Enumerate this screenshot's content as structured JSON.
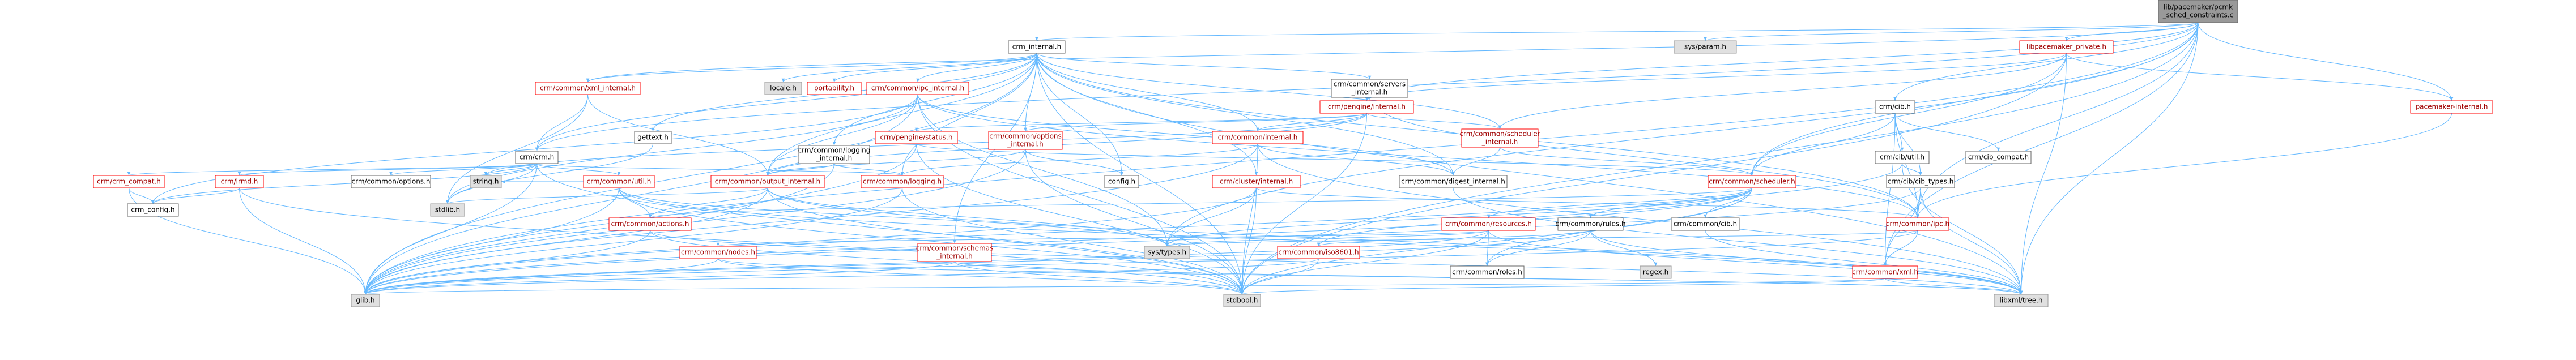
{
  "root": {
    "lines": [
      "lib/pacemaker/pcmk",
      "_sched_constraints.c"
    ]
  },
  "nodes": [
    {
      "id": "crm_internal",
      "lines": [
        "crm_internal.h"
      ],
      "style": "link"
    },
    {
      "id": "sys_param",
      "lines": [
        "sys/param.h"
      ],
      "style": "sys"
    },
    {
      "id": "libpacemaker_private",
      "lines": [
        "libpacemaker_private.h"
      ],
      "style": "red"
    },
    {
      "id": "locale",
      "lines": [
        "locale.h"
      ],
      "style": "sys"
    },
    {
      "id": "portability",
      "lines": [
        "portability.h"
      ],
      "style": "red"
    },
    {
      "id": "ipc_internal",
      "lines": [
        "crm/common/ipc_internal.h"
      ],
      "style": "red"
    },
    {
      "id": "xml_internal",
      "lines": [
        "crm/common/xml_internal.h"
      ],
      "style": "red"
    },
    {
      "id": "servers_internal",
      "lines": [
        "crm/common/servers",
        "_internal.h"
      ],
      "style": "link"
    },
    {
      "id": "pengine_internal",
      "lines": [
        "crm/pengine/internal.h"
      ],
      "style": "red"
    },
    {
      "id": "cib",
      "lines": [
        "crm/cib.h"
      ],
      "style": "link"
    },
    {
      "id": "pacemaker_internal",
      "lines": [
        "pacemaker-internal.h"
      ],
      "style": "red"
    },
    {
      "id": "gettext",
      "lines": [
        "gettext.h"
      ],
      "style": "link"
    },
    {
      "id": "crm",
      "lines": [
        "crm/crm.h"
      ],
      "style": "link"
    },
    {
      "id": "logging_internal",
      "lines": [
        "crm/common/logging",
        "_internal.h"
      ],
      "style": "link"
    },
    {
      "id": "pengine_status",
      "lines": [
        "crm/pengine/status.h"
      ],
      "style": "red"
    },
    {
      "id": "options_internal",
      "lines": [
        "crm/common/options",
        "_internal.h"
      ],
      "style": "red"
    },
    {
      "id": "common_internal",
      "lines": [
        "crm/common/internal.h"
      ],
      "style": "red"
    },
    {
      "id": "scheduler_internal",
      "lines": [
        "crm/common/scheduler",
        "_internal.h"
      ],
      "style": "red"
    },
    {
      "id": "cib_util",
      "lines": [
        "crm/cib/util.h"
      ],
      "style": "link"
    },
    {
      "id": "cib_compat",
      "lines": [
        "crm/cib_compat.h"
      ],
      "style": "link"
    },
    {
      "id": "crm_compat",
      "lines": [
        "crm/crm_compat.h"
      ],
      "style": "red"
    },
    {
      "id": "lrmd",
      "lines": [
        "crm/lrmd.h"
      ],
      "style": "red"
    },
    {
      "id": "common_options",
      "lines": [
        "crm/common/options.h"
      ],
      "style": "link"
    },
    {
      "id": "string",
      "lines": [
        "string.h"
      ],
      "style": "sys"
    },
    {
      "id": "common_util",
      "lines": [
        "crm/common/util.h"
      ],
      "style": "red"
    },
    {
      "id": "output_internal",
      "lines": [
        "crm/common/output_internal.h"
      ],
      "style": "red"
    },
    {
      "id": "common_logging",
      "lines": [
        "crm/common/logging.h"
      ],
      "style": "red"
    },
    {
      "id": "config",
      "lines": [
        "config.h"
      ],
      "style": "link"
    },
    {
      "id": "cluster_internal",
      "lines": [
        "crm/cluster/internal.h"
      ],
      "style": "red"
    },
    {
      "id": "digest_internal",
      "lines": [
        "crm/common/digest_internal.h"
      ],
      "style": "link"
    },
    {
      "id": "common_scheduler",
      "lines": [
        "crm/common/scheduler.h"
      ],
      "style": "red"
    },
    {
      "id": "cib_types",
      "lines": [
        "crm/cib/cib_types.h"
      ],
      "style": "link"
    },
    {
      "id": "crm_config",
      "lines": [
        "crm_config.h"
      ],
      "style": "link"
    },
    {
      "id": "stdlib",
      "lines": [
        "stdlib.h"
      ],
      "style": "sys"
    },
    {
      "id": "common_actions",
      "lines": [
        "crm/common/actions.h"
      ],
      "style": "red"
    },
    {
      "id": "common_resources",
      "lines": [
        "crm/common/resources.h"
      ],
      "style": "red"
    },
    {
      "id": "common_rules",
      "lines": [
        "crm/common/rules.h"
      ],
      "style": "link"
    },
    {
      "id": "common_cib",
      "lines": [
        "crm/common/cib.h"
      ],
      "style": "link"
    },
    {
      "id": "common_ipc",
      "lines": [
        "crm/common/ipc.h"
      ],
      "style": "red"
    },
    {
      "id": "common_nodes",
      "lines": [
        "crm/common/nodes.h"
      ],
      "style": "red"
    },
    {
      "id": "schemas_internal",
      "lines": [
        "crm/common/schemas",
        "_internal.h"
      ],
      "style": "red"
    },
    {
      "id": "sys_types",
      "lines": [
        "sys/types.h"
      ],
      "style": "sys"
    },
    {
      "id": "iso8601",
      "lines": [
        "crm/common/iso8601.h"
      ],
      "style": "red"
    },
    {
      "id": "common_roles",
      "lines": [
        "crm/common/roles.h"
      ],
      "style": "link"
    },
    {
      "id": "regex",
      "lines": [
        "regex.h"
      ],
      "style": "sys"
    },
    {
      "id": "common_xml",
      "lines": [
        "crm/common/xml.h"
      ],
      "style": "red"
    },
    {
      "id": "glib",
      "lines": [
        "glib.h"
      ],
      "style": "sys"
    },
    {
      "id": "stdbool",
      "lines": [
        "stdbool.h"
      ],
      "style": "sys"
    },
    {
      "id": "libxml_tree",
      "lines": [
        "libxml/tree.h"
      ],
      "style": "sys"
    }
  ],
  "edges": [
    [
      "root",
      "crm_internal"
    ],
    [
      "root",
      "sys_param"
    ],
    [
      "root",
      "libpacemaker_private"
    ],
    [
      "root",
      "xml_internal"
    ],
    [
      "root",
      "pengine_internal"
    ],
    [
      "root",
      "cib"
    ],
    [
      "root",
      "pacemaker_internal"
    ],
    [
      "root",
      "crm"
    ],
    [
      "root",
      "common_scheduler"
    ],
    [
      "root",
      "glib"
    ],
    [
      "root",
      "common_xml"
    ],
    [
      "root",
      "common_ipc"
    ],
    [
      "root",
      "stdbool"
    ],
    [
      "root",
      "libxml_tree"
    ],
    [
      "root",
      "sys_types"
    ],
    [
      "crm_internal",
      "locale"
    ],
    [
      "crm_internal",
      "portability"
    ],
    [
      "crm_internal",
      "ipc_internal"
    ],
    [
      "crm_internal",
      "xml_internal"
    ],
    [
      "crm_internal",
      "servers_internal"
    ],
    [
      "crm_internal",
      "gettext"
    ],
    [
      "crm_internal",
      "crm"
    ],
    [
      "crm_internal",
      "logging_internal"
    ],
    [
      "crm_internal",
      "options_internal"
    ],
    [
      "crm_internal",
      "common_internal"
    ],
    [
      "crm_internal",
      "cluster_internal"
    ],
    [
      "crm_internal",
      "config"
    ],
    [
      "crm_internal",
      "common_logging"
    ],
    [
      "crm_internal",
      "output_internal"
    ],
    [
      "crm_internal",
      "schemas_internal"
    ],
    [
      "crm_internal",
      "digest_internal"
    ],
    [
      "crm_internal",
      "scheduler_internal"
    ],
    [
      "crm_internal",
      "glib"
    ],
    [
      "crm_internal",
      "stdbool"
    ],
    [
      "crm_internal",
      "libxml_tree"
    ],
    [
      "crm_internal",
      "common_ipc"
    ],
    [
      "libpacemaker_private",
      "pengine_internal"
    ],
    [
      "libpacemaker_private",
      "pacemaker_internal"
    ],
    [
      "libpacemaker_private",
      "scheduler_internal"
    ],
    [
      "libpacemaker_private",
      "common_scheduler"
    ],
    [
      "libpacemaker_private",
      "libxml_tree"
    ],
    [
      "libpacemaker_private",
      "stdbool"
    ],
    [
      "ipc_internal",
      "output_internal"
    ],
    [
      "ipc_internal",
      "sys_types"
    ],
    [
      "ipc_internal",
      "glib"
    ],
    [
      "ipc_internal",
      "stdbool"
    ],
    [
      "ipc_internal",
      "common_ipc"
    ],
    [
      "ipc_internal",
      "crm_config"
    ],
    [
      "ipc_internal",
      "stdlib"
    ],
    [
      "ipc_internal",
      "digest_internal"
    ],
    [
      "xml_internal",
      "crm"
    ],
    [
      "xml_internal",
      "output_internal"
    ],
    [
      "xml_internal",
      "stdlib"
    ],
    [
      "servers_internal",
      "common_ipc"
    ],
    [
      "pengine_internal",
      "pengine_status"
    ],
    [
      "pengine_internal",
      "options_internal"
    ],
    [
      "pengine_internal",
      "common_internal"
    ],
    [
      "pengine_internal",
      "scheduler_internal"
    ],
    [
      "pengine_internal",
      "stdbool"
    ],
    [
      "pengine_internal",
      "string"
    ],
    [
      "pengine_internal",
      "output_internal"
    ],
    [
      "cib",
      "cib_util"
    ],
    [
      "cib",
      "cib_compat"
    ],
    [
      "cib",
      "cib_types"
    ],
    [
      "cib",
      "common_ipc"
    ],
    [
      "cib",
      "common_xml"
    ],
    [
      "cib",
      "common_scheduler"
    ],
    [
      "gettext",
      "stdlib"
    ],
    [
      "crm",
      "crm_compat"
    ],
    [
      "crm",
      "lrmd"
    ],
    [
      "crm",
      "common_options"
    ],
    [
      "crm",
      "string"
    ],
    [
      "crm",
      "common_util"
    ],
    [
      "crm",
      "common_logging"
    ],
    [
      "crm",
      "glib"
    ],
    [
      "crm",
      "stdbool"
    ],
    [
      "crm",
      "crm_config"
    ],
    [
      "crm",
      "stdlib"
    ],
    [
      "logging_internal",
      "output_internal"
    ],
    [
      "logging_internal",
      "glib"
    ],
    [
      "logging_internal",
      "common_logging"
    ],
    [
      "pengine_status",
      "glib"
    ],
    [
      "pengine_status",
      "stdbool"
    ],
    [
      "pengine_status",
      "common_scheduler"
    ],
    [
      "options_internal",
      "glib"
    ],
    [
      "options_internal",
      "stdbool"
    ],
    [
      "options_internal",
      "config"
    ],
    [
      "options_internal",
      "output_internal"
    ],
    [
      "common_internal",
      "glib"
    ],
    [
      "common_internal",
      "stdbool"
    ],
    [
      "common_internal",
      "libxml_tree"
    ],
    [
      "common_internal",
      "digest_internal"
    ],
    [
      "common_internal",
      "common_logging"
    ],
    [
      "scheduler_internal",
      "digest_internal"
    ],
    [
      "scheduler_internal",
      "common_scheduler"
    ],
    [
      "cib_util",
      "common_output_internal_dummy"
    ],
    [
      "cib_util",
      "cib_types"
    ],
    [
      "cib_util",
      "glib"
    ],
    [
      "cib_util",
      "libxml_tree"
    ],
    [
      "cib_types",
      "glib"
    ],
    [
      "cib_types",
      "libxml_tree"
    ],
    [
      "cib_types",
      "common_ipc"
    ],
    [
      "cib_types",
      "common_xml"
    ],
    [
      "crm_compat",
      "glib"
    ],
    [
      "crm_compat",
      "crm_config"
    ],
    [
      "lrmd",
      "glib"
    ],
    [
      "lrmd",
      "stdbool"
    ],
    [
      "lrmd",
      "crm_config"
    ],
    [
      "common_util",
      "common_actions"
    ],
    [
      "common_util",
      "glib"
    ],
    [
      "common_util",
      "stdbool"
    ],
    [
      "common_util",
      "libxml_tree"
    ],
    [
      "common_util",
      "sys_types"
    ],
    [
      "common_util",
      "string"
    ],
    [
      "output_internal",
      "glib"
    ],
    [
      "output_internal",
      "stdbool"
    ],
    [
      "output_internal",
      "libxml_tree"
    ],
    [
      "output_internal",
      "common_actions"
    ],
    [
      "output_internal",
      "sys_types"
    ],
    [
      "output_internal",
      "stdlib"
    ],
    [
      "common_logging",
      "glib"
    ],
    [
      "common_logging",
      "stdbool"
    ],
    [
      "cluster_internal",
      "glib"
    ],
    [
      "cluster_internal",
      "stdbool"
    ],
    [
      "cluster_internal",
      "common_ipc"
    ],
    [
      "cluster_internal",
      "sys_types"
    ],
    [
      "digest_internal",
      "libxml_tree"
    ],
    [
      "common_scheduler",
      "common_actions"
    ],
    [
      "common_scheduler",
      "common_resources"
    ],
    [
      "common_scheduler",
      "common_rules"
    ],
    [
      "common_scheduler",
      "common_cib"
    ],
    [
      "common_scheduler",
      "glib"
    ],
    [
      "common_scheduler",
      "stdbool"
    ],
    [
      "common_scheduler",
      "sys_types"
    ],
    [
      "common_scheduler",
      "iso8601"
    ],
    [
      "common_scheduler",
      "common_roles"
    ],
    [
      "common_actions",
      "glib"
    ],
    [
      "common_actions",
      "stdbool"
    ],
    [
      "common_actions",
      "libxml_tree"
    ],
    [
      "common_resources",
      "common_nodes"
    ],
    [
      "common_resources",
      "glib"
    ],
    [
      "common_resources",
      "stdbool"
    ],
    [
      "common_resources",
      "libxml_tree"
    ],
    [
      "common_resources",
      "common_roles"
    ],
    [
      "common_resources",
      "sys_types"
    ],
    [
      "common_rules",
      "glib"
    ],
    [
      "common_rules",
      "regex"
    ],
    [
      "common_rules",
      "libxml_tree"
    ],
    [
      "common_rules",
      "iso8601"
    ],
    [
      "common_rules",
      "common_roles"
    ],
    [
      "common_cib",
      "libxml_tree"
    ],
    [
      "common_ipc",
      "common_xml"
    ],
    [
      "common_ipc",
      "glib"
    ],
    [
      "common_ipc",
      "sys_types"
    ],
    [
      "common_nodes",
      "glib"
    ],
    [
      "common_nodes",
      "stdbool"
    ],
    [
      "common_nodes",
      "libxml_tree"
    ],
    [
      "schemas_internal",
      "glib"
    ],
    [
      "schemas_internal",
      "libxml_tree"
    ],
    [
      "schemas_internal",
      "stdbool"
    ],
    [
      "iso8601",
      "glib"
    ],
    [
      "iso8601",
      "stdbool"
    ],
    [
      "common_xml",
      "glib"
    ],
    [
      "common_xml",
      "libxml_tree"
    ],
    [
      "common_xml",
      "stdbool"
    ],
    [
      "pacemaker_internal",
      "common_ipc"
    ]
  ]
}
